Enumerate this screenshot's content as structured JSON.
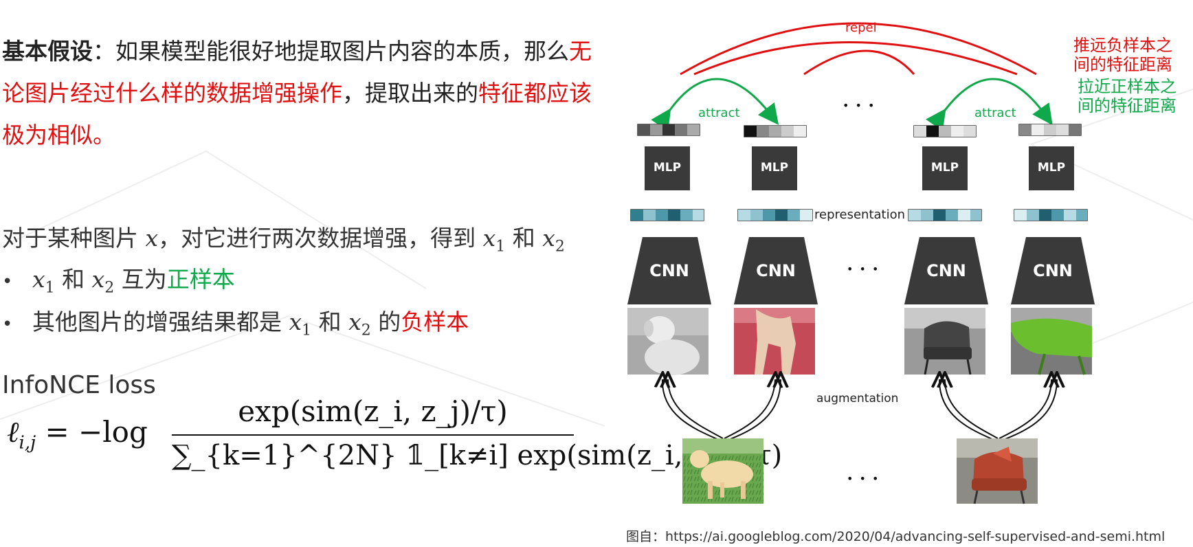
{
  "assumption": {
    "label": "基本假设",
    "sep": "：",
    "part1": "如果模型能很好地提取图片内容的本质，那么",
    "highlight1": "无论图片经过什么样的数据增强操作",
    "part2": "，提取出来的",
    "highlight2": "特征都应该极为相似。"
  },
  "augment_text": {
    "prefix": "对于某种图片",
    "x": "x",
    "middle": "，对它进行两次数据增强，得到",
    "x1": "x",
    "x1_sub": "1",
    "and": "和",
    "x2": "x",
    "x2_sub": "2"
  },
  "bullets": [
    {
      "mark": "•",
      "x1": "x",
      "x1_sub": "1",
      "and": "和",
      "x2": "x",
      "x2_sub": "2",
      "text": "互为",
      "highlight": "正样本"
    },
    {
      "mark": "•",
      "prefix": "其他图片的增强结果都是",
      "x1": "x",
      "x1_sub": "1",
      "and": "和",
      "x2": "x",
      "x2_sub": "2",
      "text": "的",
      "highlight": "负样本"
    }
  ],
  "loss": {
    "title": "InfoNCE loss",
    "lhs": "ℓ",
    "lhs_sub": "i,j",
    "equals": " = −log",
    "numerator": "exp(sim(z_i, z_j)/τ)",
    "denominator": "∑_{k=1}^{2N} 𝟙_[k≠i] exp(sim(z_i, z_k)/τ)"
  },
  "diagram": {
    "repel_label": "repel",
    "attract_label": "attract",
    "representation_label": "representation",
    "augmentation_label": "augmentation",
    "mlp_label": "MLP",
    "cnn_label": "CNN",
    "ellipsis": "• • •",
    "note_repel": [
      "推远负样本之",
      "间的特征距离"
    ],
    "note_attract": [
      "拉近正样本之",
      "间的特征距离"
    ]
  },
  "caption": "图自：https://ai.googleblog.com/2020/04/advancing-self-supervised-and-semi.html",
  "colors": {
    "red": "#e11010",
    "green": "#0fa84a",
    "box_dark": "#3a3a3a"
  }
}
